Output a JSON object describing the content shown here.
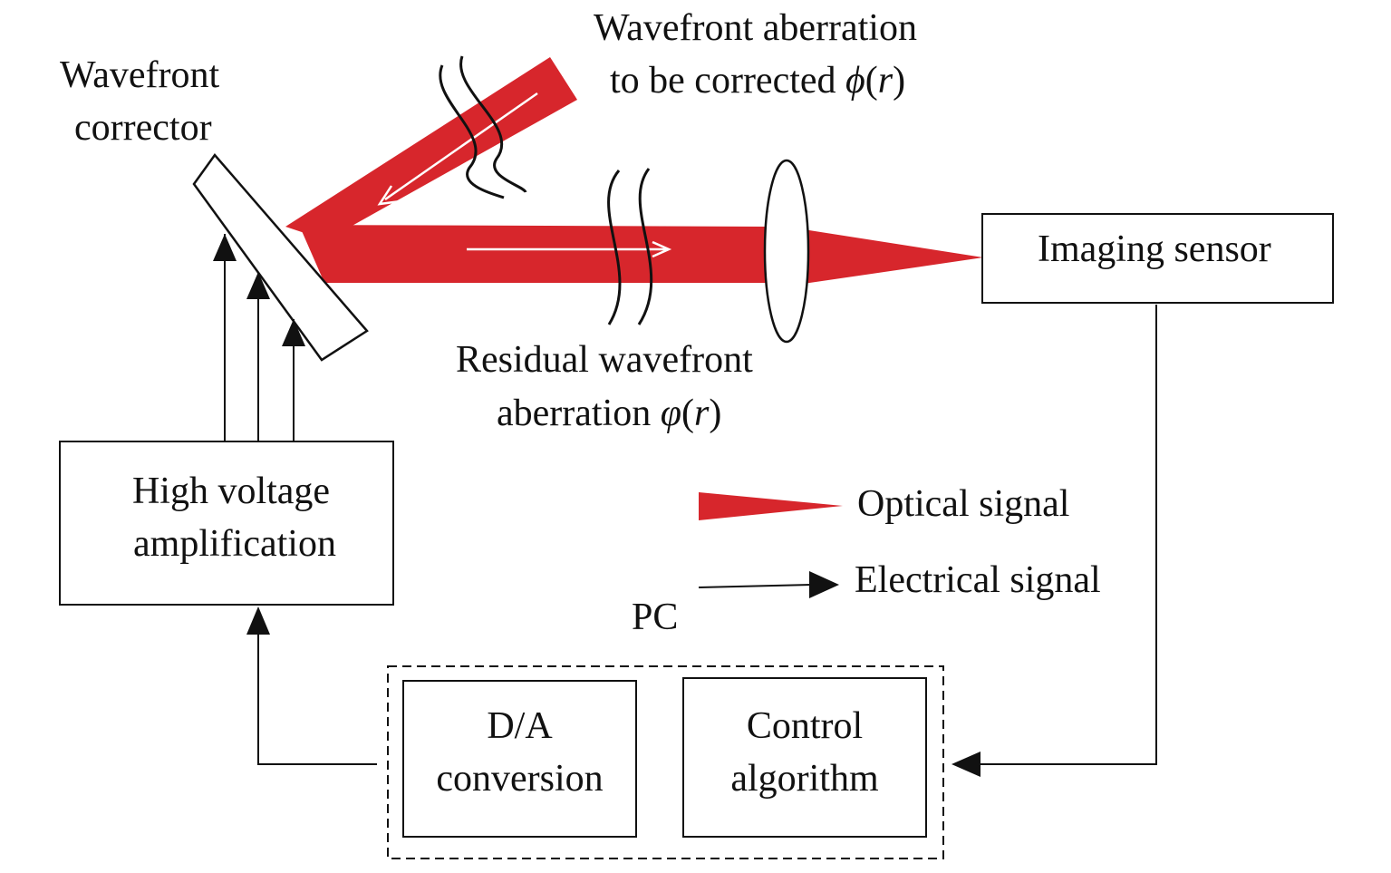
{
  "labels": {
    "corrector_line1": "Wavefront",
    "corrector_line2": "corrector",
    "aberration_line1": "Wavefront aberration",
    "aberration_line2_text": "to be corrected ",
    "aberration_symbol": "ϕ",
    "aberration_arg_open": "(",
    "aberration_arg": "r",
    "aberration_arg_close": ")",
    "residual_line1": "Residual wavefront",
    "residual_line2_text": "aberration ",
    "residual_symbol": "φ",
    "residual_arg_open": "(",
    "residual_arg": "r",
    "residual_arg_close": ")",
    "imaging_sensor": "Imaging sensor",
    "hv_line1": "High voltage",
    "hv_line2": "amplification",
    "pc": "PC",
    "da_line1": "D/A",
    "da_line2": "conversion",
    "control_line1": "Control",
    "control_line2": "algorithm"
  },
  "legend": {
    "optical": "Optical signal",
    "electrical": "Electrical signal"
  },
  "colors": {
    "beam": "#d7262c",
    "line": "#111111"
  }
}
